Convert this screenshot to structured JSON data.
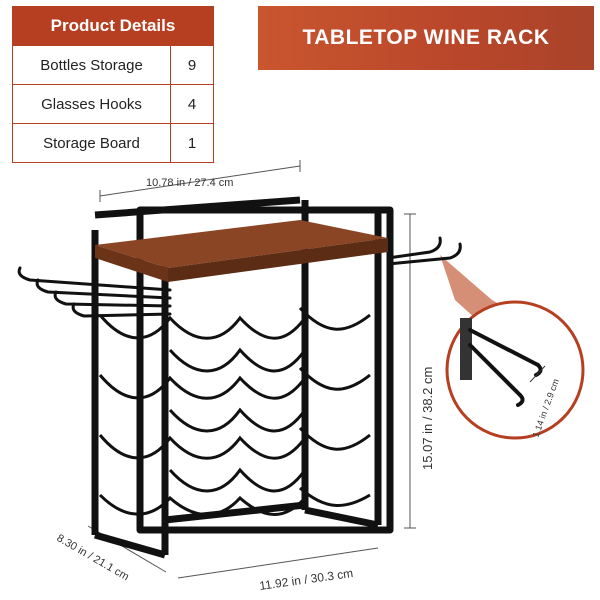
{
  "table": {
    "header": "Product Details",
    "rows": [
      {
        "label": "Bottles Storage",
        "value": "9"
      },
      {
        "label": "Glasses Hooks",
        "value": "4"
      },
      {
        "label": "Storage Board",
        "value": "1"
      }
    ]
  },
  "banner": {
    "title": "TABLETOP WINE RACK"
  },
  "dimensions": {
    "top_width": "10.78 in / 27.4 cm",
    "height": "15.07 in / 38.2 cm",
    "depth": "8.30 in / 21.1 cm",
    "base_width": "11.92 in / 30.3 cm",
    "hook_gap": "1.14 in / 2.9 cm"
  },
  "colors": {
    "accent": "#b53f20",
    "wood": "#8a4524",
    "frame": "#111111"
  }
}
